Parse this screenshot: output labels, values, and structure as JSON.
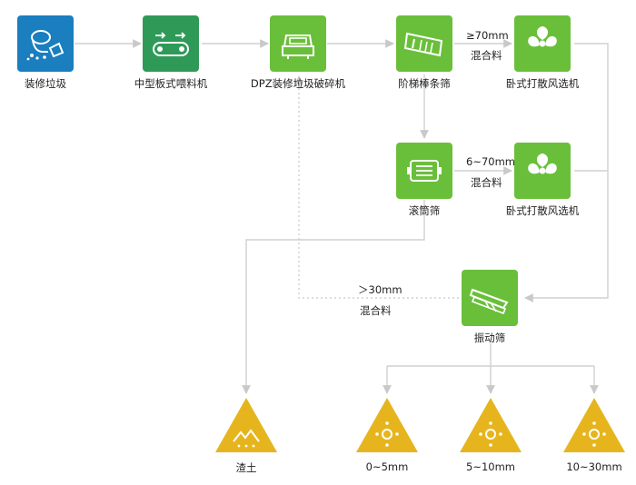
{
  "colors": {
    "blue": "#1a7ebf",
    "dark_green": "#2f9a58",
    "green": "#6abf3a",
    "gold": "#e6b51d",
    "connector": "#d0d0d0"
  },
  "nodes": {
    "waste": "装修垃圾",
    "feeder": "中型板式喂料机",
    "crusher": "DPZ装修垃圾破碎机",
    "bar_screen": "阶梯棒条筛",
    "sep_top": "卧式打散风选机",
    "drum": "滚筒筛",
    "sep_mid": "卧式打散风选机",
    "vib": "振动筛"
  },
  "edges": {
    "gt70": "≥70mm",
    "gt70_mix": "混合料",
    "r6_70": "6~70mm",
    "r6_70_mix": "混合料",
    "gt30": "＞30mm",
    "gt30_mix": "混合料"
  },
  "outputs": {
    "soil": "渣土",
    "p0_5": "0~5mm",
    "p5_10": "5~10mm",
    "p10_30": "10~30mm"
  }
}
